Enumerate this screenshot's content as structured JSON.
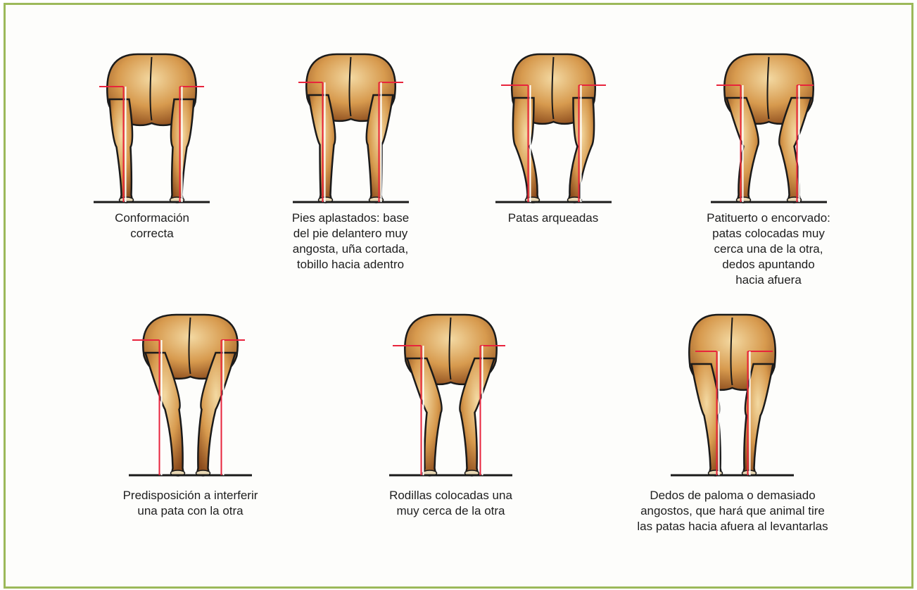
{
  "figures": [
    {
      "caption": "Conformación\ncorrecta"
    },
    {
      "caption": "Pies aplastados: base\ndel pie delantero muy\nangosta, uña cortada,\ntobillo hacia adentro"
    },
    {
      "caption": "Patas arqueadas"
    },
    {
      "caption": "Patituerto o encorvado:\npatas colocadas muy\ncerca una de la otra,\ndedos apuntando\nhacia afuera"
    },
    {
      "caption": "Predisposición a interferir\nuna pata con la otra"
    },
    {
      "caption": "Rodillas colocadas una\nmuy cerca de la otra"
    },
    {
      "caption": "Dedos de paloma o demasiado\nangostos, que hará que animal tire\nlas patas hacia afuera al levantarlas"
    }
  ],
  "colors": {
    "frame": "#9cb95a",
    "coat_light": "#f3d9a2",
    "coat_mid": "#d79a4e",
    "coat_dark": "#8a4a1c",
    "reference_line": "#e8243c",
    "guide_line": "#ffffff",
    "ground": "#1a1a1a"
  }
}
